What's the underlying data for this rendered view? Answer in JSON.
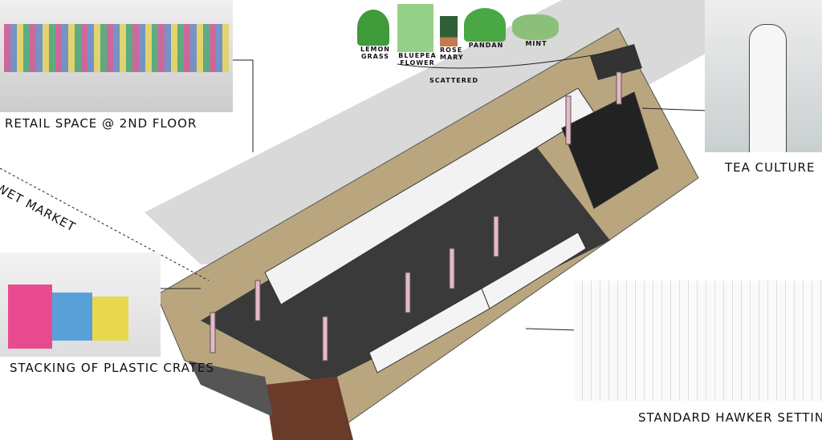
{
  "labels": {
    "retail": "Retail Space @ 2nd Floor",
    "wet_market": "Wet Market",
    "tea": "Tea Culture",
    "crates": "Stacking of Plastic Crates",
    "hawker": "Standard Hawker Setting",
    "scattered": "Scattered"
  },
  "herbs": [
    {
      "name": "Lemon Grass",
      "color": "#3f9a3a"
    },
    {
      "name": "Bluepea Flower",
      "color": "#7cc46a"
    },
    {
      "name": "Rose Mary",
      "color": "#2f5f36"
    },
    {
      "name": "Pandan",
      "color": "#4aa844"
    },
    {
      "name": "Mint",
      "color": "#8cc07a"
    }
  ],
  "colors": {
    "floor": "#b9a67f",
    "ground": "#d9d9d9",
    "stairs": "#6b3b2a",
    "pillar": "#e8b8c8"
  }
}
